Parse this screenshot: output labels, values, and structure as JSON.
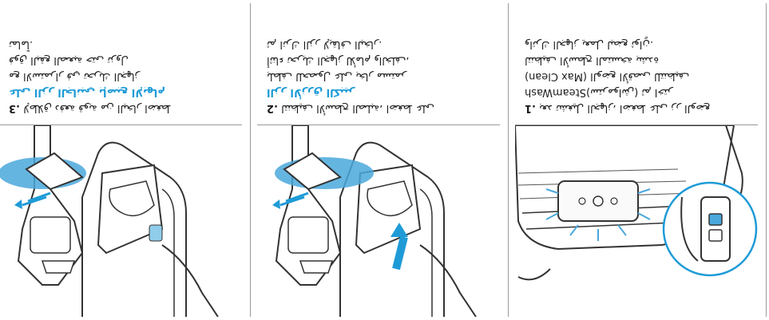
{
  "steps": [
    {
      "number": "1.",
      "lines": [
        "بعد تشغيل الجهاز، اضغط على زر الوضع",
        "SteamWash(سترمواش) ثم اختر",
        "(Max Clean) الوضع الأقصى للتنظيف",
        "لتنظيف الأسطح المتسخة بشدة",
        "واترك الجهاز يعمل لبضع ثوانٍ."
      ]
    },
    {
      "number": "2.",
      "lines": [
        "لتنظيف الأسطح الصلبة، اضغط على",
        "الزر الأزرق الكبير",
        "بلطف للحصول على بخار مستمر",
        "أثناء تحريك الجهاز للأمام والخلف،",
        "ثم اترك الزر لإيقاف البخار."
      ],
      "highlight": "الزر الأزرق"
    },
    {
      "number": "3.",
      "lines": [
        "لإطلاق دفعة قوية من البخار اضغط",
        "على الزر الجانبي بإصبع الإبهام",
        "مع الاستمرار في تحريك الجهاز",
        "فوق البقع الصعبة حتى تزول",
        "تماماً."
      ],
      "highlight": "الزر الجانبي"
    }
  ],
  "colors": {
    "accent": "#1e9bd7",
    "steam": "#4aa8dc"
  }
}
